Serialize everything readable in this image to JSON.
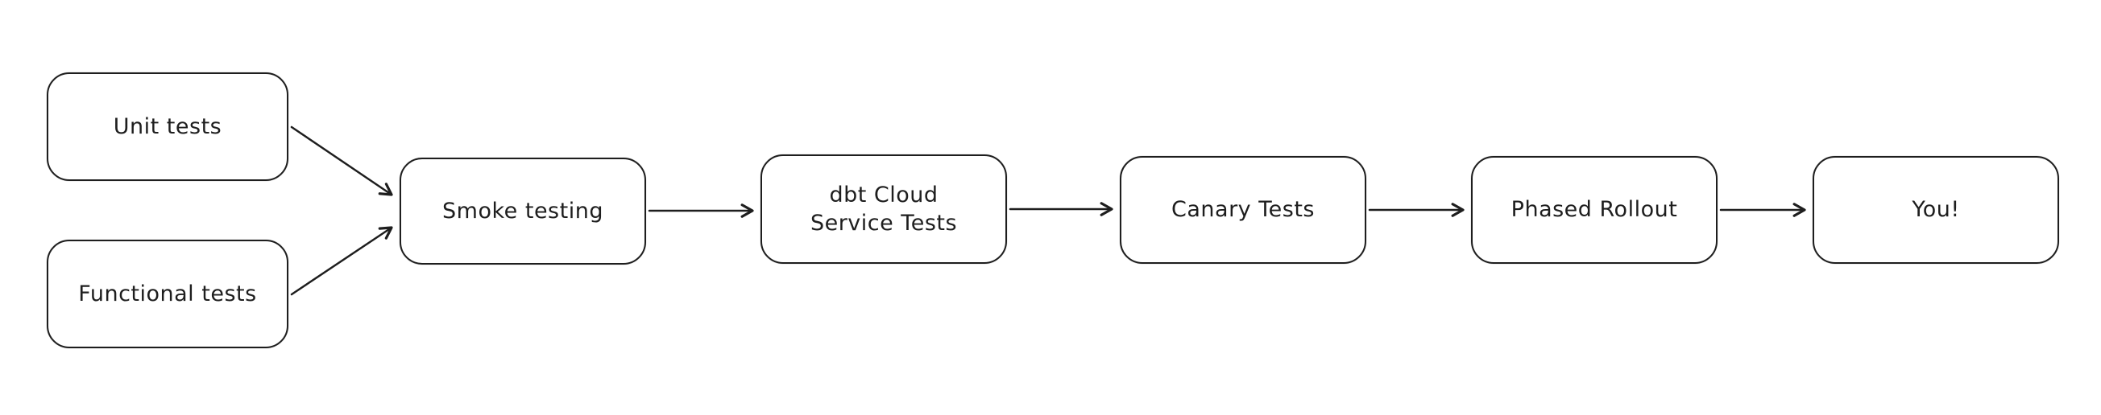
{
  "diagram": {
    "title": "Testing rollout pipeline flowchart",
    "background_color": "#ffffff",
    "stroke_color": "#1e1e1e",
    "nodes": [
      {
        "id": "unit-tests",
        "label": "Unit tests"
      },
      {
        "id": "functional-tests",
        "label": "Functional tests"
      },
      {
        "id": "smoke-testing",
        "label": "Smoke testing"
      },
      {
        "id": "dbt-cloud-service-tests",
        "label": "dbt Cloud\nService Tests"
      },
      {
        "id": "canary-tests",
        "label": "Canary Tests"
      },
      {
        "id": "phased-rollout",
        "label": "Phased Rollout"
      },
      {
        "id": "you",
        "label": "You!"
      }
    ],
    "edges": [
      {
        "from": "unit-tests",
        "to": "smoke-testing"
      },
      {
        "from": "functional-tests",
        "to": "smoke-testing"
      },
      {
        "from": "smoke-testing",
        "to": "dbt-cloud-service-tests"
      },
      {
        "from": "dbt-cloud-service-tests",
        "to": "canary-tests"
      },
      {
        "from": "canary-tests",
        "to": "phased-rollout"
      },
      {
        "from": "phased-rollout",
        "to": "you"
      }
    ]
  }
}
